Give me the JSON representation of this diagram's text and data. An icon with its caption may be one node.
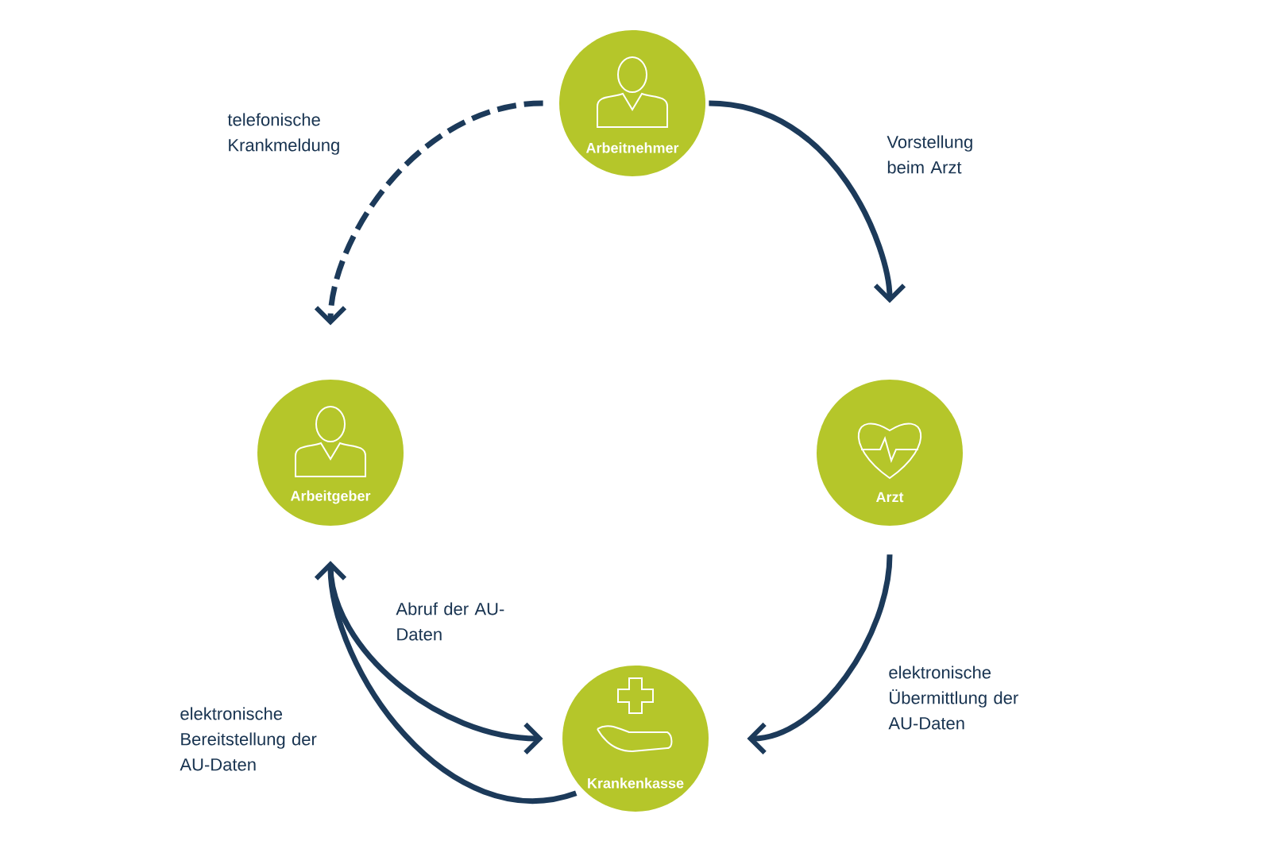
{
  "diagram": {
    "nodes": [
      {
        "text": [
          "Arbeitnehmer"
        ]
      },
      {
        "text": [
          "Arbeitgeber"
        ]
      },
      {
        "text": [
          "Arzt"
        ]
      },
      {
        "text": [
          "Krankenkasse"
        ]
      }
    ],
    "edges": [
      {
        "from": 0,
        "to": 1,
        "arrow": "to",
        "style": "dashed",
        "label": "telefonische Krankmeldung"
      },
      {
        "from": 0,
        "to": 2,
        "arrow": "to",
        "label": "Vorstellung beim Arzt"
      },
      {
        "from": 2,
        "to": 3,
        "arrow": "to",
        "label": "elektronische Übermittlung der AU-Daten"
      },
      {
        "from": 1,
        "to": 3,
        "arrow": "to",
        "label": "Abruf der AU-Daten"
      },
      {
        "from": 3,
        "to": 1,
        "arrow": "to",
        "label": "elektronische Bereitstellung der AU-Daten"
      }
    ]
  }
}
